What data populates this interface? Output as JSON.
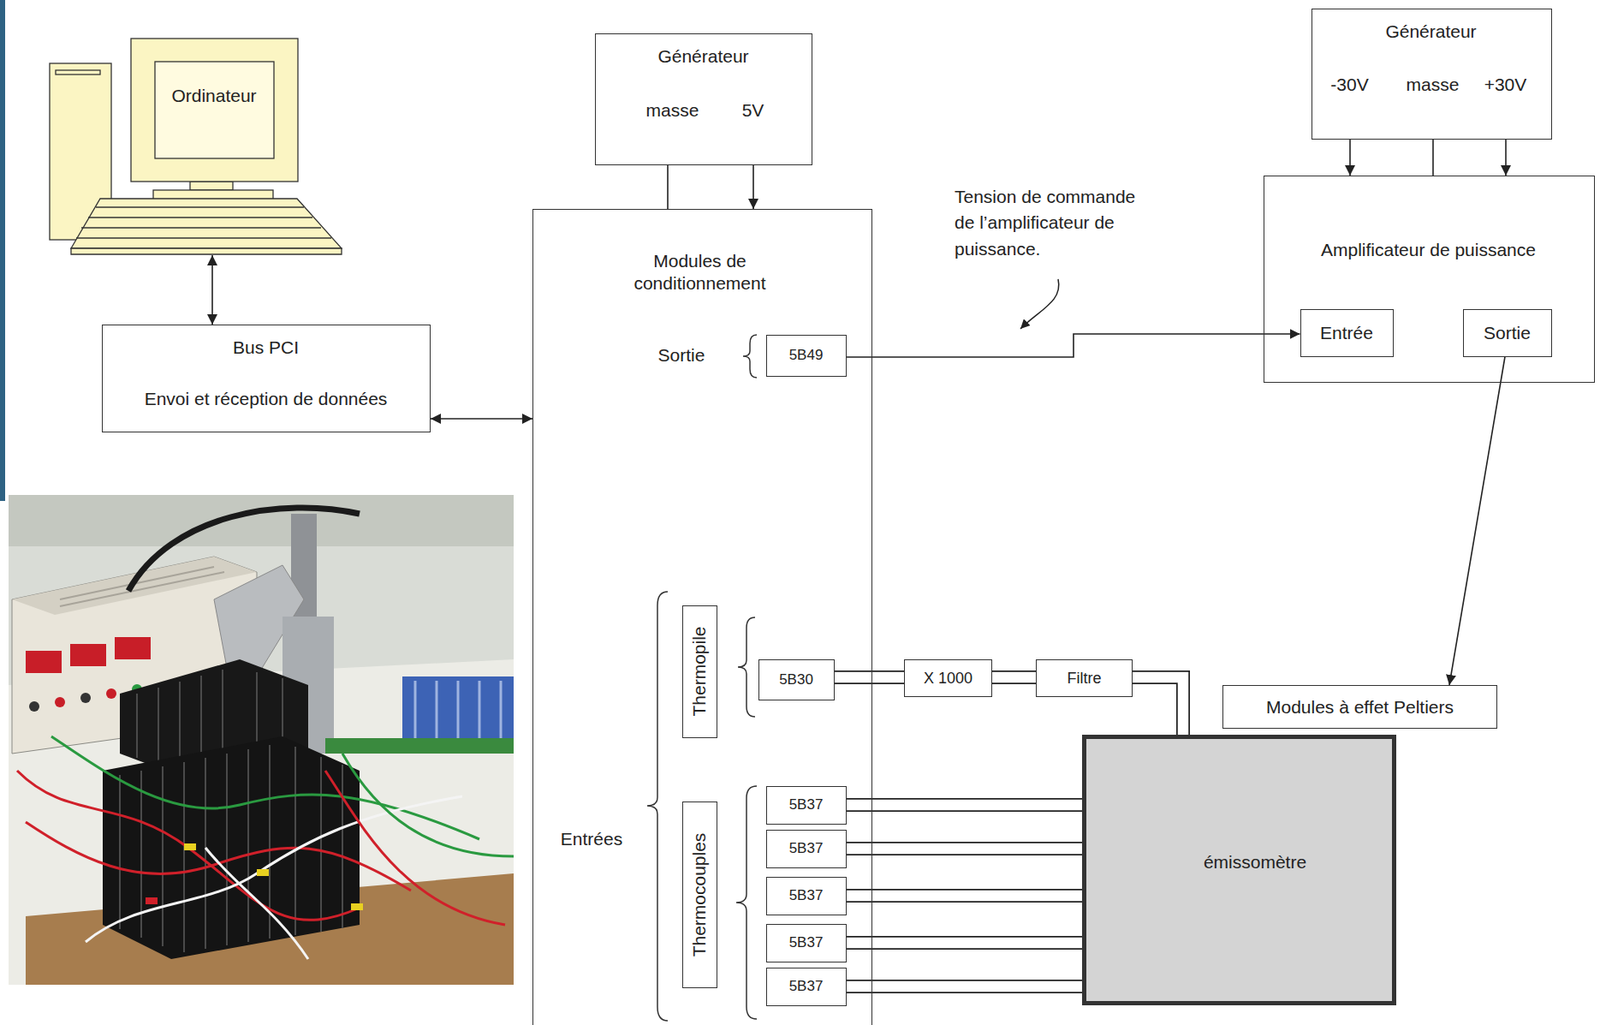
{
  "diagram": {
    "nodes": [
      {
        "text": [
          "Ordinateur"
        ]
      },
      {
        "text": [
          "Générateur",
          "masse",
          "5V"
        ]
      },
      {
        "text": [
          "Générateur",
          "-30V",
          "masse",
          "+30V"
        ]
      },
      {
        "text": [
          "Bus PCI",
          "Envoi et réception de données"
        ]
      },
      {
        "text": [
          "Modules de conditionnement"
        ]
      },
      {
        "text": [
          "5B49"
        ],
        "in": 4
      },
      {
        "text": [
          "Amplificateur de puissance"
        ]
      },
      {
        "text": [
          "Entrée"
        ],
        "in": 6
      },
      {
        "text": [
          "Sortie"
        ],
        "in": 6
      },
      {
        "text": [
          "Thermopile"
        ],
        "in": 4
      },
      {
        "text": [
          "5B30"
        ],
        "in": 4
      },
      {
        "text": [
          "X 1000"
        ]
      },
      {
        "text": [
          "Filtre"
        ]
      },
      {
        "text": [
          "Modules à effet Peltiers"
        ]
      },
      {
        "text": [
          "Thermocouples"
        ],
        "in": 4
      },
      {
        "text": [
          "5B37"
        ],
        "in": 4
      },
      {
        "text": [
          "5B37"
        ],
        "in": 4
      },
      {
        "text": [
          "5B37"
        ],
        "in": 4
      },
      {
        "text": [
          "5B37"
        ],
        "in": 4
      },
      {
        "text": [
          "5B37"
        ],
        "in": 4
      },
      {
        "text": [
          "émissomètre"
        ]
      }
    ],
    "edges": [
      {
        "from": 0,
        "to": 3,
        "arrow": "both"
      },
      {
        "from": 3,
        "to": 4,
        "arrow": "both"
      },
      {
        "from": 1,
        "to": 4,
        "arrow": "none"
      },
      {
        "from": 1,
        "to": 4,
        "arrow": "to"
      },
      {
        "from": 5,
        "to": 7,
        "arrow": "to",
        "label": "Tension de commande de l’amplificateur de puissance."
      },
      {
        "from": 2,
        "to": 6,
        "arrow": "to"
      },
      {
        "from": 2,
        "to": 6,
        "arrow": "none"
      },
      {
        "from": 2,
        "to": 6,
        "arrow": "to"
      },
      {
        "from": 8,
        "to": 13,
        "arrow": "to"
      },
      {
        "from": 10,
        "to": 11,
        "arrow": "none"
      },
      {
        "from": 11,
        "to": 12,
        "arrow": "none"
      },
      {
        "from": 12,
        "to": 20,
        "arrow": "none"
      },
      {
        "from": 15,
        "to": 20,
        "arrow": "none"
      },
      {
        "from": 16,
        "to": 20,
        "arrow": "none"
      },
      {
        "from": 17,
        "to": 20,
        "arrow": "none"
      },
      {
        "from": 18,
        "to": 20,
        "arrow": "none"
      },
      {
        "from": 19,
        "to": 20,
        "arrow": "none"
      }
    ],
    "labels": [
      "Sortie",
      "Entrées"
    ]
  }
}
